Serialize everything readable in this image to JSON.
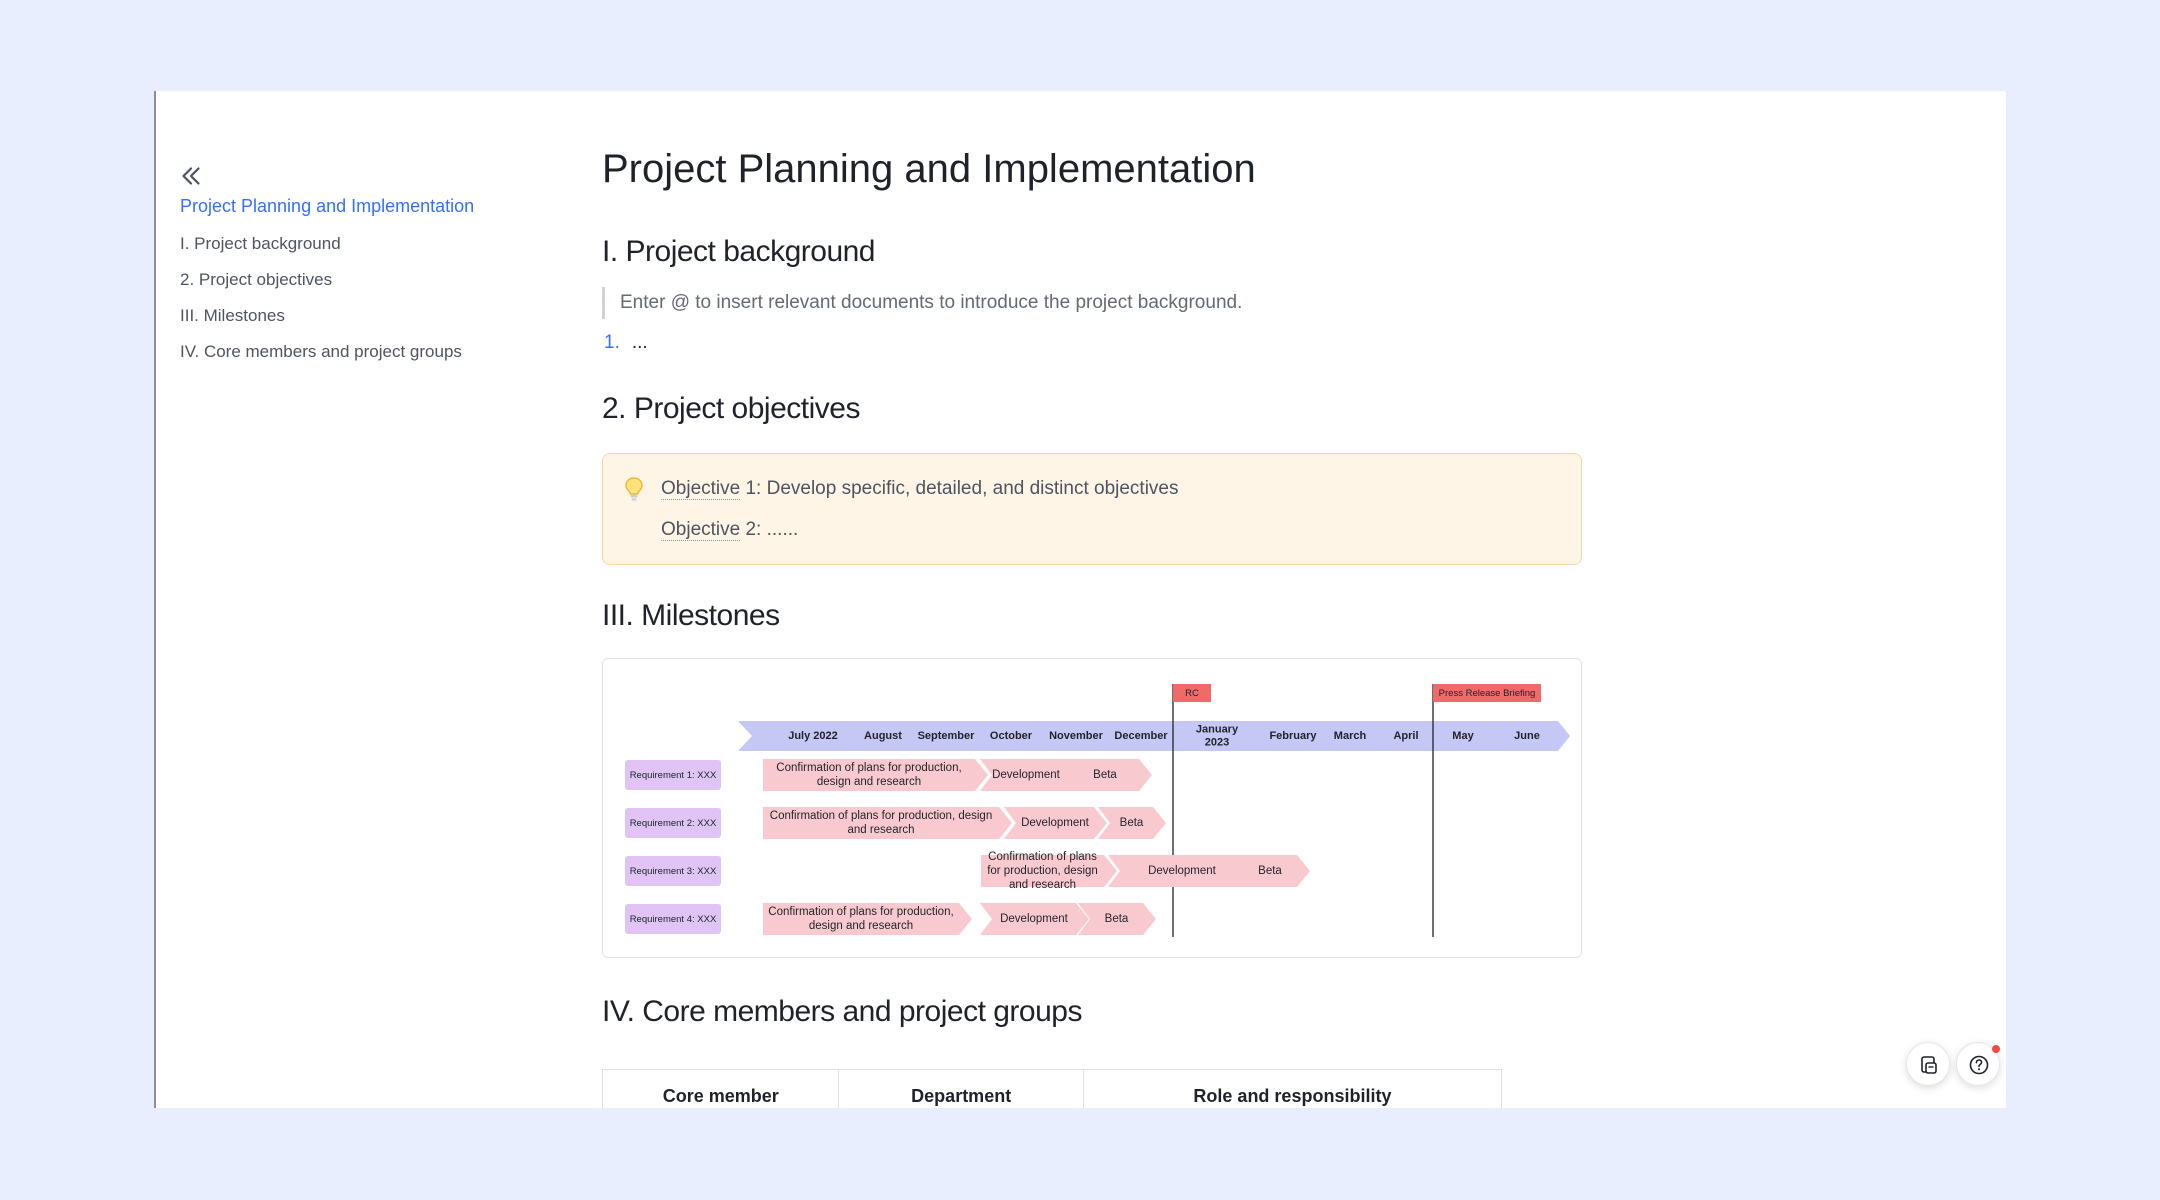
{
  "toc": {
    "title": "Project Planning and Implementation",
    "items": [
      "I. Project background",
      "2. Project objectives",
      "III. Milestones",
      "IV. Core members and project groups"
    ]
  },
  "doc": {
    "title": "Project Planning and Implementation",
    "sections": {
      "background": {
        "heading": "I. Project background",
        "quote": "Enter @ to insert relevant documents to introduce the project background.",
        "list_number": "1.",
        "list_text": "..."
      },
      "objectives": {
        "heading": "2. Project objectives",
        "obj1_word": "Objective",
        "obj1_rest": " 1: Develop specific, detailed, and distinct objectives",
        "obj2_word": "Objective",
        "obj2_rest": " 2: ......"
      },
      "milestones": {
        "heading": "III. Milestones"
      },
      "members": {
        "heading": "IV. Core members and project groups",
        "columns": [
          "Core member",
          "Department",
          "Role and responsibility"
        ]
      }
    }
  },
  "timeline": {
    "months": [
      "July 2022",
      "August",
      "September",
      "October",
      "November",
      "December",
      "January\n2023",
      "February",
      "March",
      "April",
      "May",
      "June"
    ],
    "flags": [
      {
        "label": "RC",
        "after_month": "December"
      },
      {
        "label": "Press Release Briefing",
        "after_month": "April"
      }
    ],
    "requirements": [
      {
        "label": "Requirement 1: XXX",
        "phases": [
          "Confirmation of plans for production,\ndesign and research",
          "Development",
          "Beta"
        ]
      },
      {
        "label": "Requirement 2: XXX",
        "phases": [
          "Confirmation of plans for production, design\nand research",
          "Development",
          "Beta"
        ]
      },
      {
        "label": "Requirement 3: XXX",
        "phases": [
          "Confirmation of plans\nfor production, design\nand research",
          "Development",
          "Beta"
        ]
      },
      {
        "label": "Requirement 4: XXX",
        "phases": [
          "Confirmation of plans for production,\ndesign and research",
          "Development",
          "Beta"
        ]
      }
    ],
    "colors": {
      "arrow": "#c5c7f5",
      "phase": "#f8c9cf",
      "label_box": "#dfc4f5",
      "flag": "#f06a6a"
    }
  },
  "fabs": {
    "doc_icon": "document-icon",
    "help_icon": "help-icon"
  }
}
